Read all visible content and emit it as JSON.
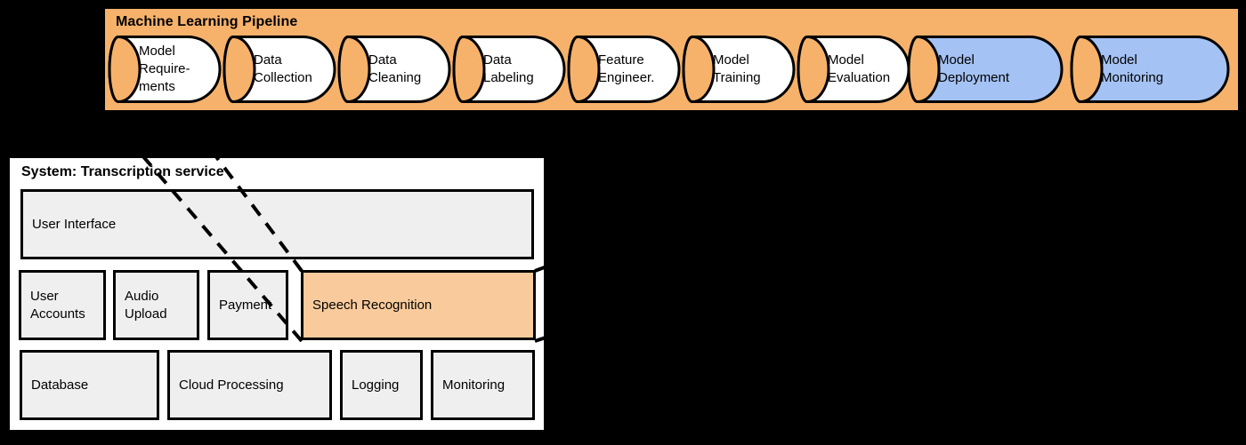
{
  "pipeline": {
    "title": "Machine Learning Pipeline",
    "stages": [
      {
        "label": "Model\nRequire-\nments",
        "color": "white"
      },
      {
        "label": "Data\nCollection",
        "color": "white"
      },
      {
        "label": "Data\nCleaning",
        "color": "white"
      },
      {
        "label": "Data\nLabeling",
        "color": "white"
      },
      {
        "label": "Feature\nEngineer.",
        "color": "white"
      },
      {
        "label": "Model\nTraining",
        "color": "white"
      },
      {
        "label": "Model\nEvaluation",
        "color": "white"
      },
      {
        "label": "Model\nDeployment",
        "color": "blue"
      },
      {
        "label": "Model\nMonitoring",
        "color": "blue"
      }
    ]
  },
  "system": {
    "title": "System: Transcription service",
    "top_row": [
      "User Interface"
    ],
    "middle_row": [
      "User\nAccounts",
      "Audio\nUpload",
      "Payment",
      "Speech Recognition"
    ],
    "bottom_row": [
      "Database",
      "Cloud Processing",
      "Logging",
      "Monitoring"
    ],
    "highlighted_component": "Speech Recognition"
  },
  "colors": {
    "banner_orange": "#F6B26B",
    "stage_blue": "#A4C2F4",
    "stage_white": "#FFFFFF",
    "highlight_orange": "#F9CB9C",
    "component_gray": "#EFEFEF",
    "outline_black": "#000000"
  }
}
